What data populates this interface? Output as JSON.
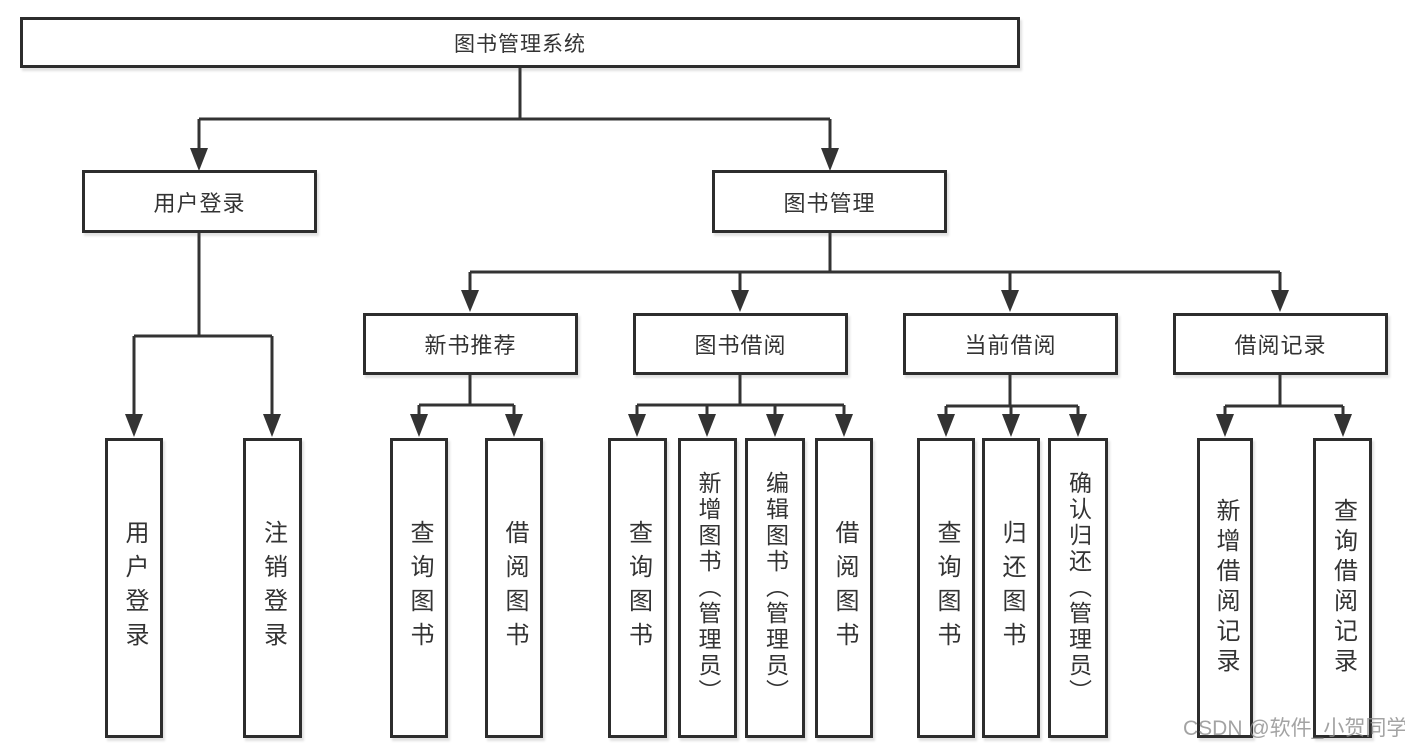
{
  "diagram_title": "图书管理系统",
  "nodes": {
    "root": {
      "label": "图书管理系统"
    },
    "user_login": {
      "label": "用户登录"
    },
    "book_mgmt": {
      "label": "图书管理"
    },
    "new_book_rec": {
      "label": "新书推荐"
    },
    "book_borrow": {
      "label": "图书借阅"
    },
    "current_borrow": {
      "label": "当前借阅"
    },
    "borrow_records": {
      "label": "借阅记录"
    },
    "leaf_user_login": {
      "label": "用户登录"
    },
    "leaf_logout": {
      "label": "注销登录"
    },
    "leaf_query_book_1": {
      "label": "查询图书"
    },
    "leaf_borrow_book_1": {
      "label": "借阅图书"
    },
    "leaf_query_book_2": {
      "label": "查询图书"
    },
    "leaf_add_book": {
      "label": "新增图书（管理员）"
    },
    "leaf_edit_book": {
      "label": "编辑图书（管理员）"
    },
    "leaf_borrow_book_2": {
      "label": "借阅图书"
    },
    "leaf_query_book_3": {
      "label": "查询图书"
    },
    "leaf_return_book": {
      "label": "归还图书"
    },
    "leaf_confirm_return": {
      "label": "确认归还（管理员）"
    },
    "leaf_add_record": {
      "label": "新增借阅记录"
    },
    "leaf_query_record": {
      "label": "查询借阅记录"
    }
  },
  "edges": [
    "图书管理系统→用户登录",
    "图书管理系统→图书管理",
    "用户登录→用户登录",
    "用户登录→注销登录",
    "图书管理→新书推荐",
    "图书管理→图书借阅",
    "图书管理→当前借阅",
    "图书管理→借阅记录",
    "新书推荐→查询图书",
    "新书推荐→借阅图书",
    "图书借阅→查询图书",
    "图书借阅→新增图书（管理员）",
    "图书借阅→编辑图书（管理员）",
    "图书借阅→借阅图书",
    "当前借阅→查询图书",
    "当前借阅→归还图书",
    "当前借阅→确认归还（管理员）",
    "借阅记录→新增借阅记录",
    "借阅记录→查询借阅记录"
  ],
  "watermark": {
    "text": "CSDN @软件_小贺同学"
  },
  "colors": {
    "line": "#333333",
    "box_border": "#2d2d2d",
    "box_fill": "#ffffff",
    "text": "#333333",
    "watermark": "#8c8c8c"
  }
}
